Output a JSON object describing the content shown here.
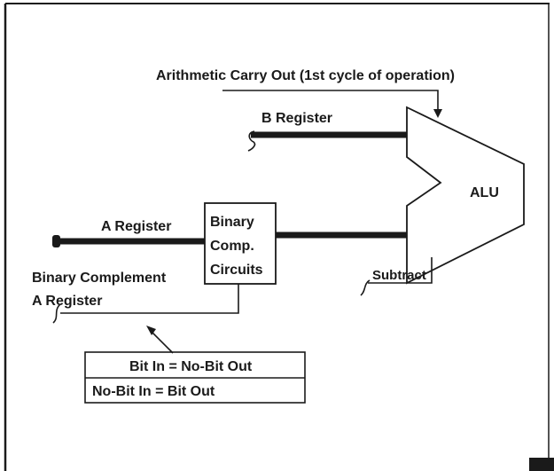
{
  "diagram": {
    "top_label": "Arithmetic Carry Out (1st cycle of operation)",
    "b_register": "B Register",
    "alu": "ALU",
    "a_register": "A Register",
    "comp_circuits": [
      "Binary",
      "Comp.",
      "Circuits"
    ],
    "subtract": "Subtract",
    "complement_label": [
      "Binary Complement",
      "A Register"
    ],
    "legend": {
      "row1": "Bit In = No-Bit Out",
      "row2": "No-Bit In = Bit Out"
    }
  }
}
